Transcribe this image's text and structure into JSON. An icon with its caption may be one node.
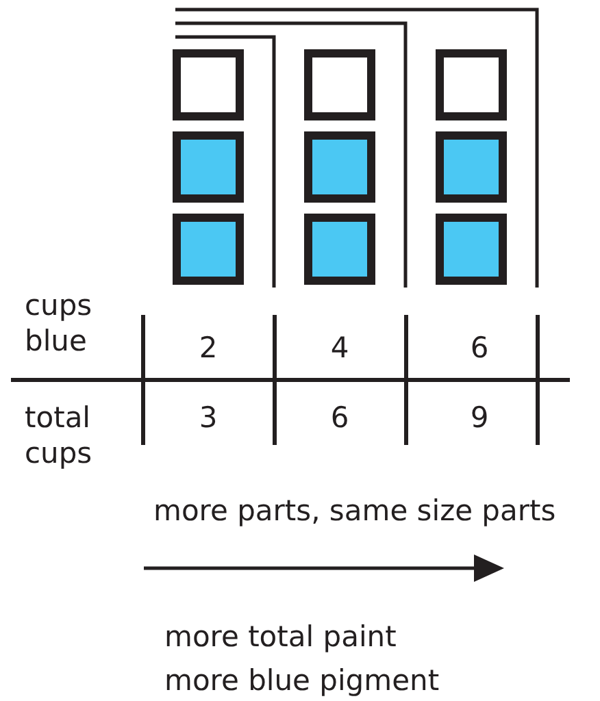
{
  "diagram": {
    "labels": [
      "cups blue",
      "2",
      "4",
      "6",
      "total cups",
      "3",
      "6",
      "9",
      "more parts, same size parts",
      "more total paint",
      "more blue pigment"
    ]
  }
}
